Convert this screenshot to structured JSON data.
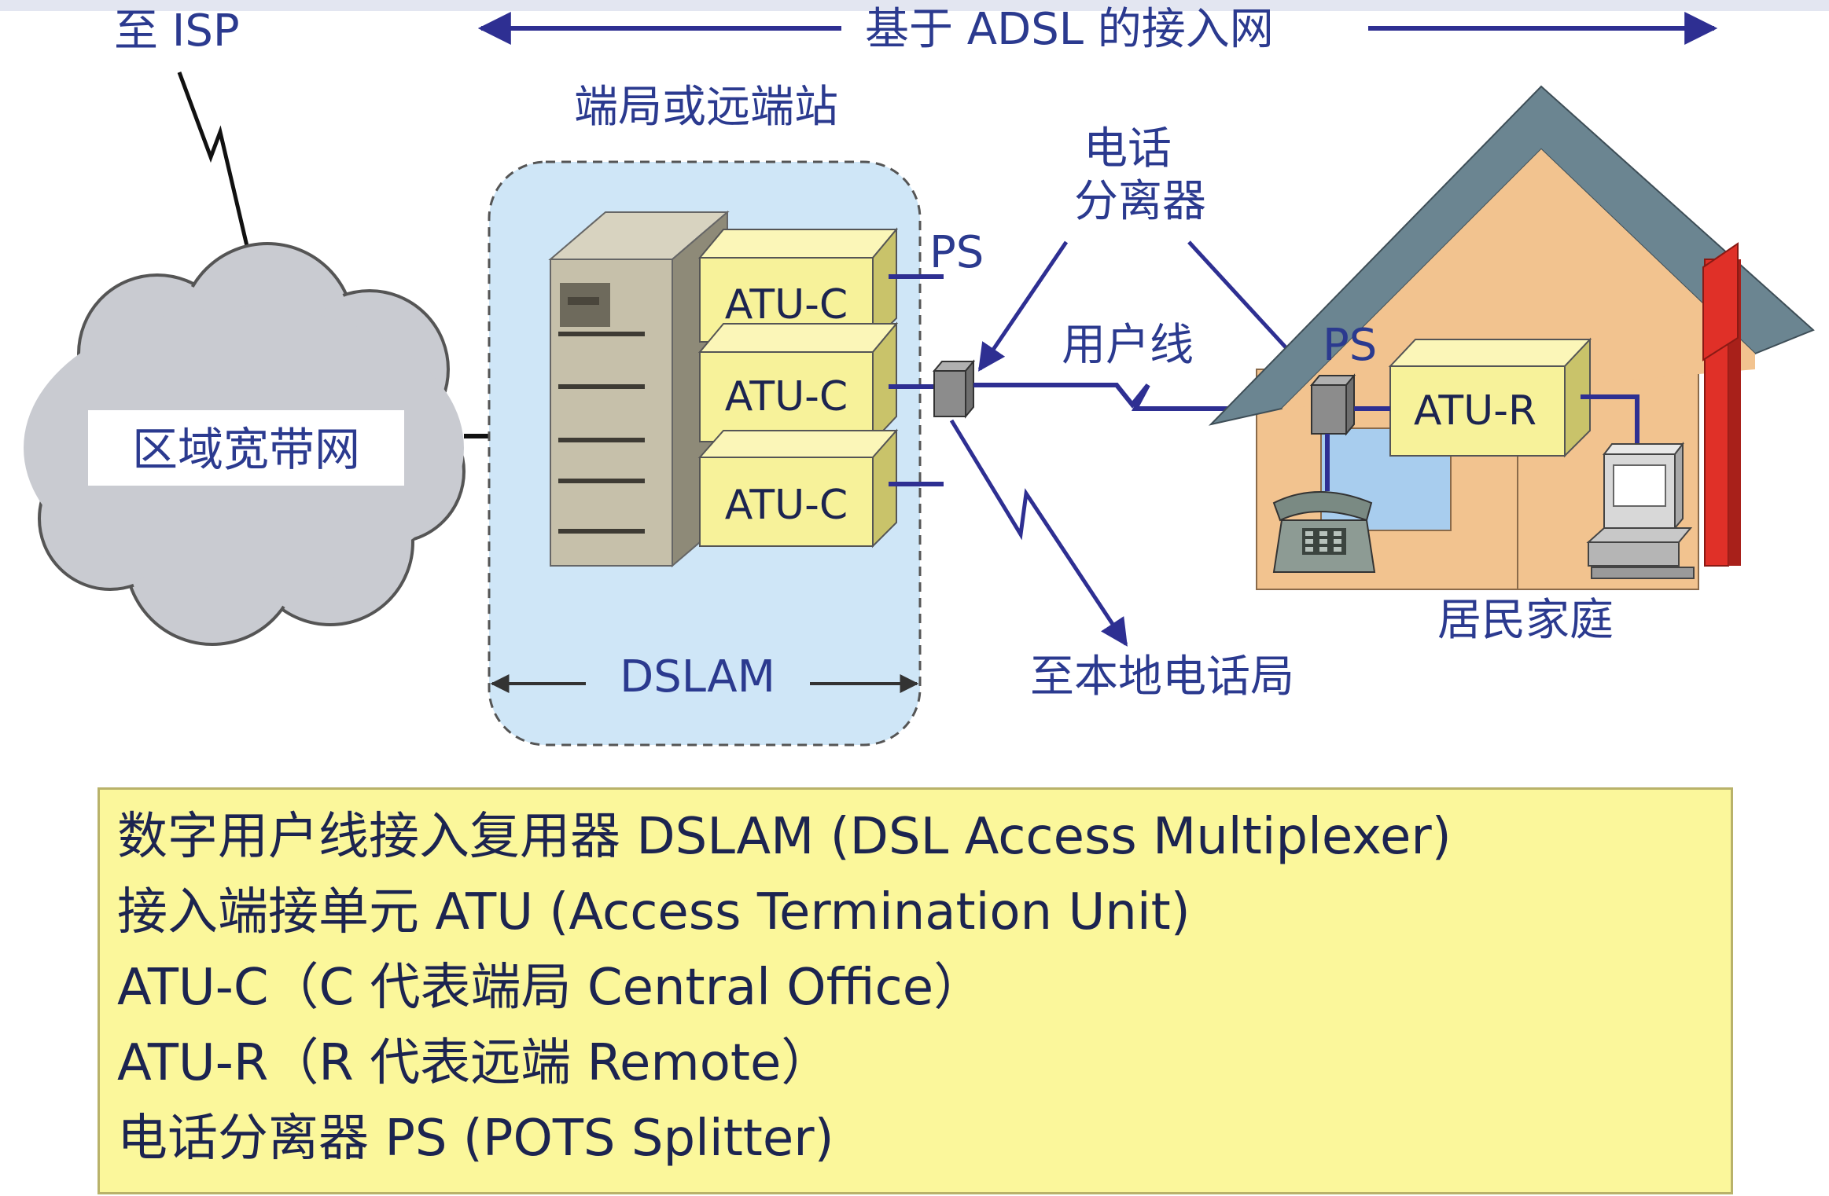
{
  "header": {
    "isp_label": "至 ISP",
    "network_title": "基于 ADSL 的接入网"
  },
  "cloud": {
    "label": "区域宽带网"
  },
  "central_office": {
    "label": "端局或远端站",
    "dslam_label": "DSLAM"
  },
  "atu_c": {
    "label": "ATU-C"
  },
  "atu_r": {
    "label": "ATU-R"
  },
  "splitter": {
    "label_line1": "电话",
    "label_line2": "分离器",
    "ps_label": "PS"
  },
  "line": {
    "subscriber_line_label": "用户线",
    "to_local_office_label": "至本地电话局"
  },
  "home": {
    "label": "居民家庭"
  },
  "legend": {
    "lines": [
      "数字用户线接入复用器 DSLAM (DSL Access Multiplexer)",
      "接入端接单元 ATU (Access Termination Unit)",
      "ATU-C（C 代表端局 Central Office）",
      "ATU-R（R 代表远端 Remote）",
      "电话分离器 PS (POTS Splitter)"
    ]
  },
  "colors": {
    "label_text": "#2b3a8f",
    "line": "#2e2f92",
    "cloud": "#c9cbd1",
    "dslam_zone": "#cfe6f7",
    "atu_box": "#f7f29a",
    "legend_bg": "#fbf79b",
    "house_wall": "#f2c38f",
    "roof": "#6b8591",
    "chimney": "#e03028"
  }
}
